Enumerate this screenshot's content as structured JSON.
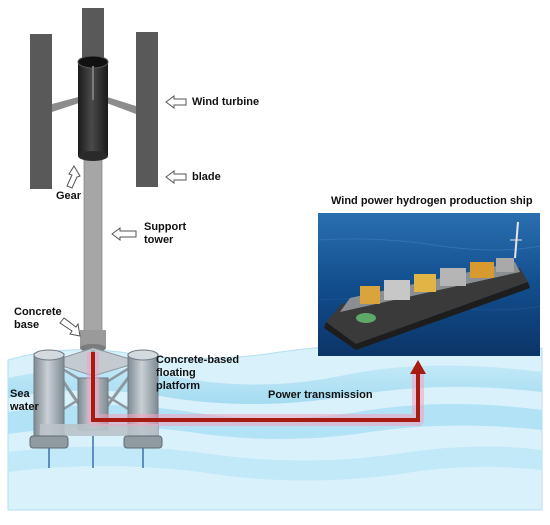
{
  "labels": {
    "wind_turbine": "Wind turbine",
    "blade": "blade",
    "gear": "Gear",
    "support_tower": "Support\ntower",
    "concrete_base": "Concrete\nbase",
    "platform": "Concrete-based\nfloating\nplatform",
    "sea_water": "Sea\nwater",
    "power_transmission": "Power transmission",
    "ship_title": "Wind power hydrogen production ship"
  },
  "colors": {
    "water_light": "#d6f0fa",
    "water_band": "#a9dff3",
    "tower": "#a6a6a6",
    "blade": "#595959",
    "rotor": "#2b2b2b",
    "cable": "#a61b12",
    "cable_glow": "#f2a3c0",
    "ocean": "#0d3f7a"
  }
}
